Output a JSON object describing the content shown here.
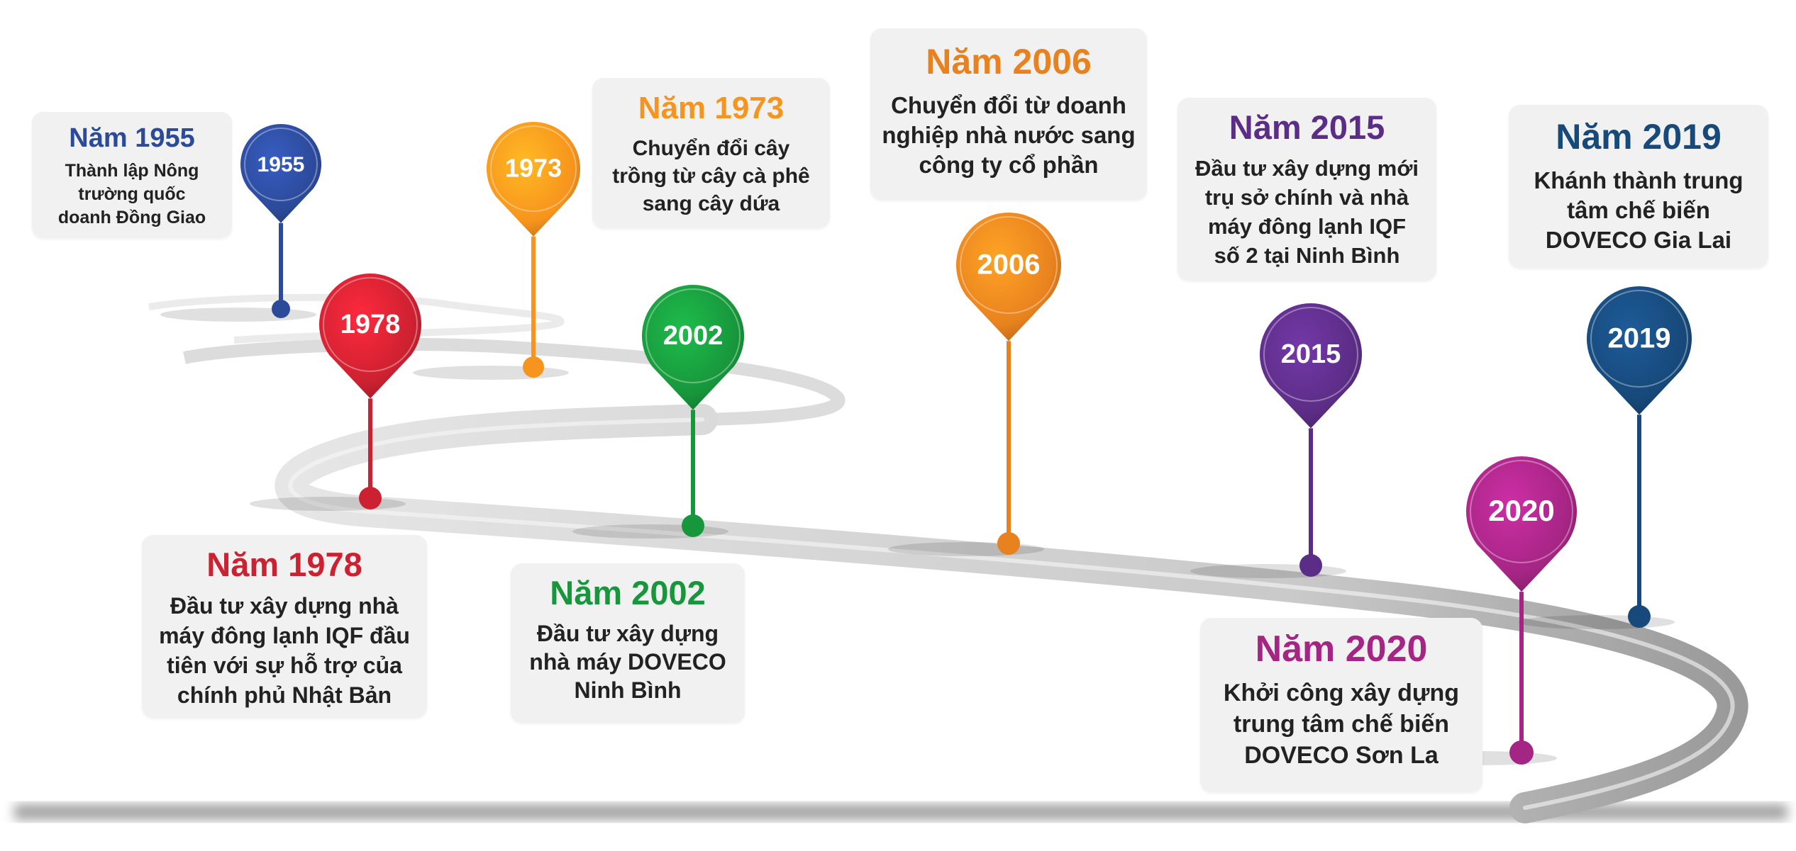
{
  "events": [
    {
      "id": "1955",
      "pin_label": "1955",
      "title": "Năm 1955",
      "desc": "Thành lập Nông\ntrường quốc\ndoanh Đồng Giao",
      "color": "#2c4a9a"
    },
    {
      "id": "1973",
      "pin_label": "1973",
      "title": "Năm 1973",
      "desc": "Chuyển đổi cây\ntrồng từ cây cà phê\nsang cây dứa",
      "color": "#f7941d"
    },
    {
      "id": "1978",
      "pin_label": "1978",
      "title": "Năm 1978",
      "desc": "Đầu tư xây dựng nhà\nmáy đông lạnh IQF đầu\ntiên với sự hỗ trợ của\nchính phủ Nhật Bản",
      "color": "#cc2131"
    },
    {
      "id": "2002",
      "pin_label": "2002",
      "title": "Năm 2002",
      "desc": "Đầu tư xây dựng\nnhà máy DOVECO\nNinh Bình",
      "color": "#18963c"
    },
    {
      "id": "2006",
      "pin_label": "2006",
      "title": "Năm 2006",
      "desc": "Chuyển đổi từ doanh\nnghiệp nhà nước sang\ncông ty cổ phần",
      "color": "#e8821e"
    },
    {
      "id": "2015",
      "pin_label": "2015",
      "title": "Năm 2015",
      "desc": "Đầu tư xây dựng mới\ntrụ sở chính và nhà\nmáy đông lạnh IQF\nsố 2 tại Ninh Bình",
      "color": "#5c2d86"
    },
    {
      "id": "2019",
      "pin_label": "2019",
      "title": "Năm 2019",
      "desc": "Khánh thành trung\ntâm chế biến\nDOVECO Gia Lai",
      "color": "#17497a"
    },
    {
      "id": "2020",
      "pin_label": "2020",
      "title": "Năm 2020",
      "desc": "Khởi công xây dựng\ntrung tâm chế biến\nDOVECO Sơn La",
      "color": "#a52584"
    }
  ]
}
